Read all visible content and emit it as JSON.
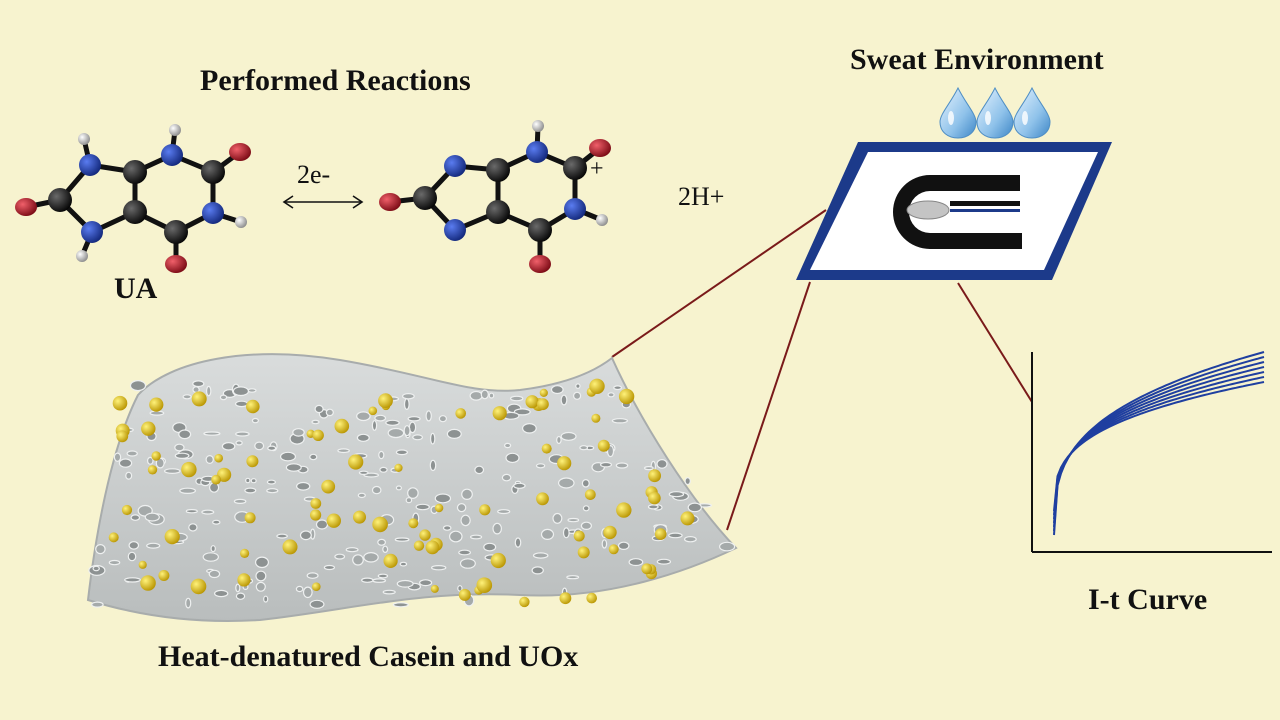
{
  "labels": {
    "performed_reactions": "Performed Reactions",
    "ua": "UA",
    "electrons": "2e-",
    "charge": "+",
    "protons": "2H+",
    "sweat_environment": "Sweat Environment",
    "casein_uox": "Heat-denatured Casein and UOx",
    "it_curve": "I-t Curve"
  },
  "colors": {
    "background": "#f7f3cf",
    "carbon": "#111111",
    "nitrogen": "#1f3fb8",
    "oxygen": "#c0152a",
    "hydrogen": "#bdbdbd",
    "electrode_frame": "#1c3a8a",
    "connector_line": "#7a1a1a",
    "curve": "#1f3fa0",
    "sponge": "#c9cccb",
    "particle": "#e2c000"
  },
  "icons": {
    "droplet": "water-droplet-icon",
    "electrode": "screen-printed-electrode-icon"
  }
}
